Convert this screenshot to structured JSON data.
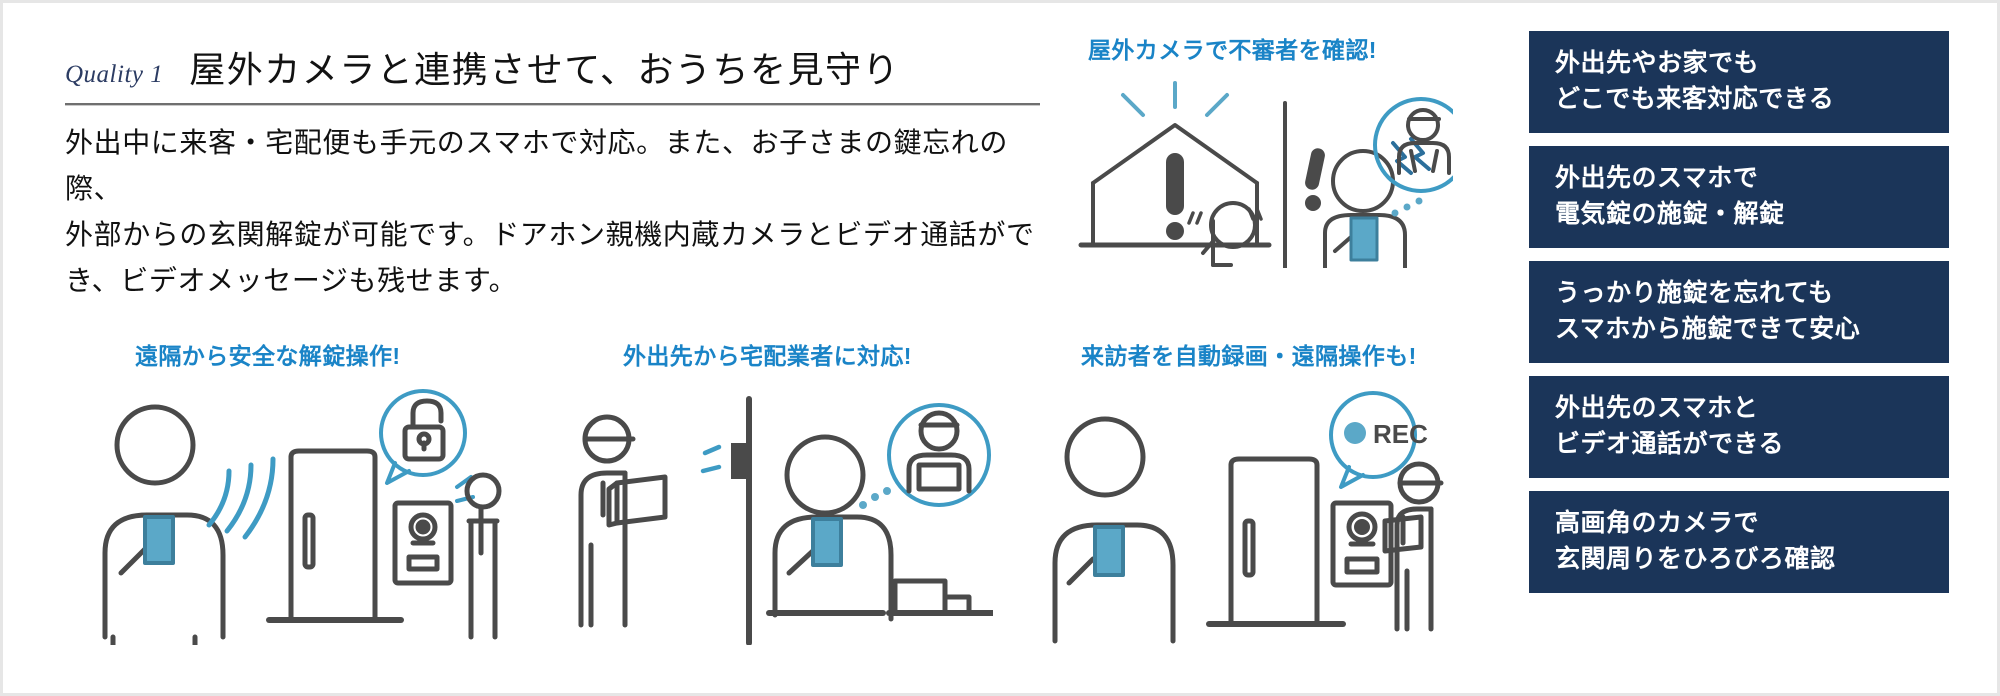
{
  "colors": {
    "navy": "#1b3559",
    "accent_blue": "#1a84c7",
    "illustration_blue": "#5ba8c8",
    "illustration_dark": "#4a4a4a",
    "page_border": "#e6e6e6"
  },
  "header": {
    "quality_tag": "Quality 1",
    "title": "屋外カメラと連携させて、おうちを見守り"
  },
  "body": {
    "lines": [
      "外出中に来客・宅配便も手元のスマホで対応。また、お子さまの鍵忘れの際、",
      "外部からの玄関解錠が可能です。ドアホン親機内蔵カメラとビデオ通話がで",
      "き、ビデオメッセージも残せます。"
    ]
  },
  "captions": {
    "top_right": "屋外カメラで不審者を確認!",
    "bottom_1": "遠隔から安全な解錠操作!",
    "bottom_2": "外出先から宅配業者に対応!",
    "bottom_3": "来訪者を自動録画・遠隔操作も!"
  },
  "illustrations": {
    "top_right": {
      "name": "intruder-detection-scene",
      "elements": [
        "house-with-alert-icon",
        "suspicious-person",
        "speech-marks",
        "person-with-smartphone",
        "alert-exclamation",
        "zigzag-alert-lines",
        "camera-view-circle-with-intruder"
      ]
    },
    "bottom_1": {
      "name": "remote-unlock-scene",
      "elements": [
        "person-with-smartphone",
        "wifi-signal-waves",
        "front-door",
        "intercom-panel-with-camera",
        "unlock-padlock-speech-bubble",
        "visitor-person"
      ]
    },
    "bottom_2": {
      "name": "delivery-response-scene",
      "elements": [
        "delivery-person-with-parcel",
        "intercom-wall-unit",
        "signal-lines",
        "person-with-smartphone",
        "camera-view-circle-with-delivery-person",
        "parcel-on-ground"
      ]
    },
    "bottom_3": {
      "name": "auto-record-scene",
      "elements": [
        "person-with-smartphone",
        "front-door",
        "intercom-panel-with-camera",
        "rec-speech-bubble",
        "visitor-with-parcel"
      ],
      "bubble_label": "REC"
    }
  },
  "sidebar": {
    "items": [
      {
        "line1": "外出先やお家でも",
        "line2": "どこでも来客対応できる"
      },
      {
        "line1": "外出先のスマホで",
        "line2": "電気錠の施錠・解錠"
      },
      {
        "line1": "うっかり施錠を忘れても",
        "line2": "スマホから施錠できて安心"
      },
      {
        "line1": "外出先のスマホと",
        "line2": "ビデオ通話ができる"
      },
      {
        "line1": "高画角のカメラで",
        "line2": "玄関周りをひろびろ確認"
      }
    ]
  }
}
